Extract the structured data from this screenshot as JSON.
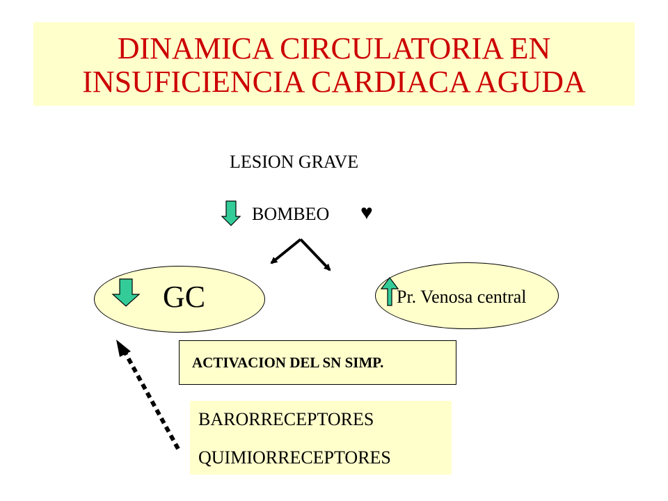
{
  "title": {
    "line1": "DINAMICA CIRCULATORIA EN",
    "line2": "INSUFICIENCIA CARDIACA AGUDA"
  },
  "nodes": {
    "lesion": "LESION GRAVE",
    "bombeo": "BOMBEO",
    "heart_symbol": "♥",
    "gc": "GC",
    "venosa": "Pr. Venosa central",
    "activacion": "ACTIVACION DEL SN SIMP.",
    "receptors": [
      "BARORRECEPTORES",
      "QUIMIORRECEPTORES"
    ]
  },
  "icons": {
    "down_arrow": "down-arrow-icon",
    "up_arrow": "up-arrow-icon",
    "heart": "heart-icon"
  },
  "colors": {
    "title_text": "#cc0000",
    "box_fill": "#ffffcc",
    "arrow_fill": "#33cc99"
  }
}
